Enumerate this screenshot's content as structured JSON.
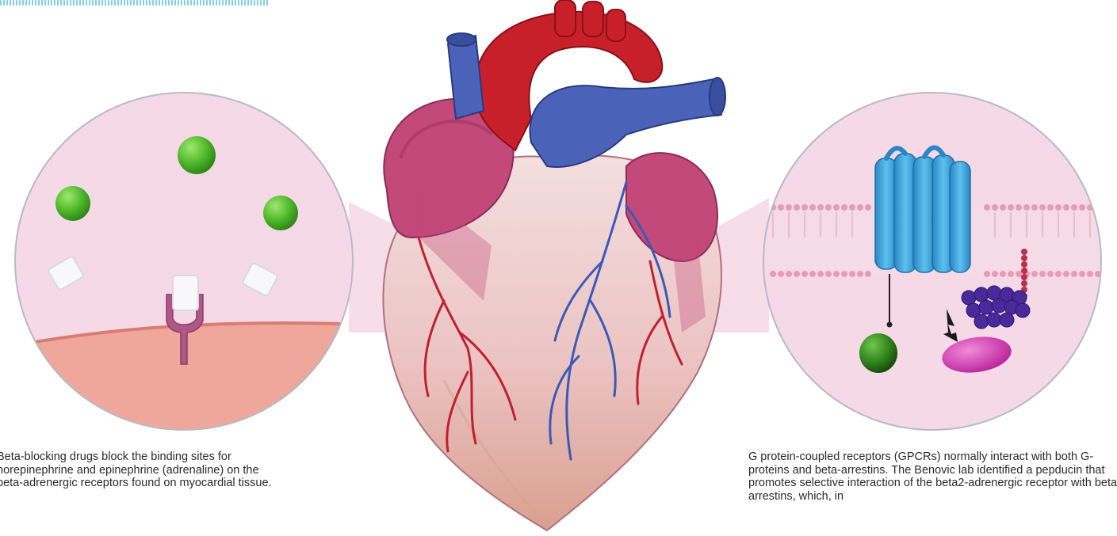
{
  "left_caption": "Beta-blocking drugs block the binding sites for norepinephrine and epinephrine (adrenaline) on the beta-adrenergic receptors found on myocardial tissue.",
  "right_caption": "G protein-coupled receptors (GPCRs) normally interact with both G-proteins and beta-arrestins. The Benovic lab identified a pepducin that promotes selective interaction of the beta2-adrenergic receptor with beta-arrestins, which, in",
  "icons": [
    "heart-illustration",
    "beta-blocker-inset",
    "gpcr-inset"
  ],
  "colors": {
    "inset_background": "#f6d9e6",
    "membrane_pink": "#e6a0b8",
    "receptor_blue": "#3aa0d8",
    "agonist_green": "#5cc43a",
    "aorta_red": "#c8202a",
    "vein_blue": "#4a62b8",
    "arrestin_magenta": "#d23ab0",
    "gprotein_purple": "#4a2a9a"
  }
}
